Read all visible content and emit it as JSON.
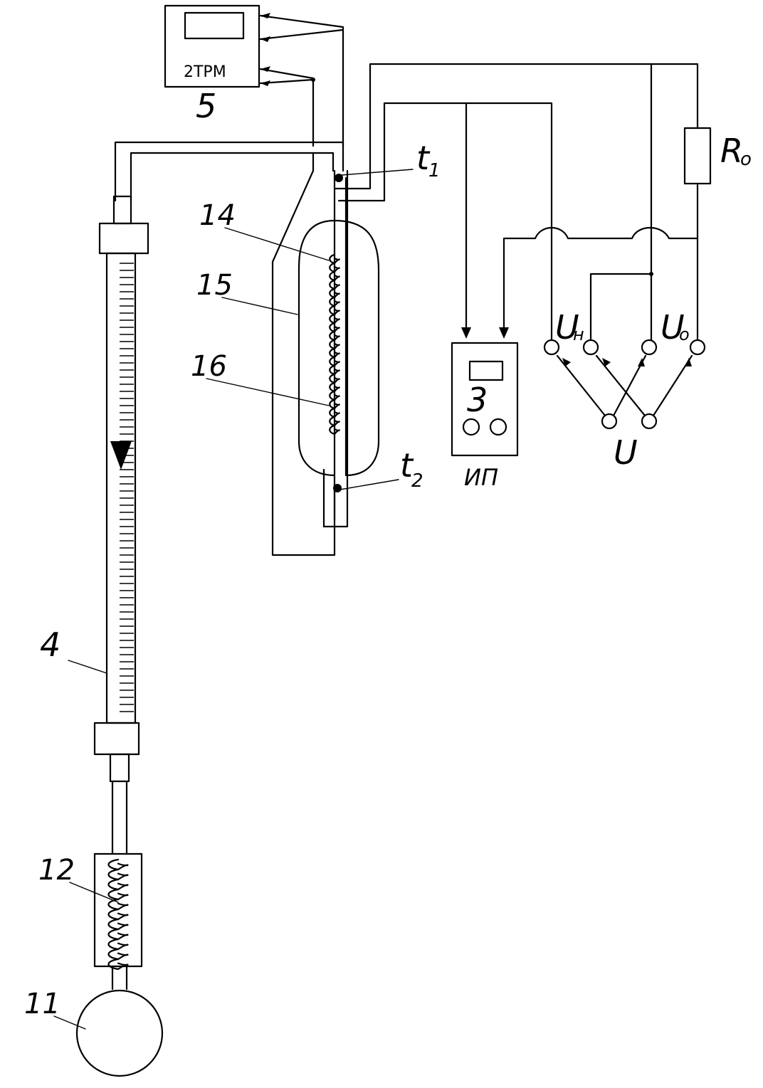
{
  "labels": {
    "device_2trm": "2ТРМ",
    "device_5": "5",
    "device_3": "3",
    "device_ip": "ИП",
    "t1_main": "t",
    "t1_sub": "1",
    "t2_main": "t",
    "t2_sub": "2",
    "ro_main": "R",
    "ro_sub": "o",
    "un_main": "U",
    "un_sub": "н",
    "uo_main": "U",
    "uo_sub": "o",
    "u": "U",
    "n14": "14",
    "n15": "15",
    "n16": "16",
    "n4": "4",
    "n12": "12",
    "n11": "11"
  }
}
